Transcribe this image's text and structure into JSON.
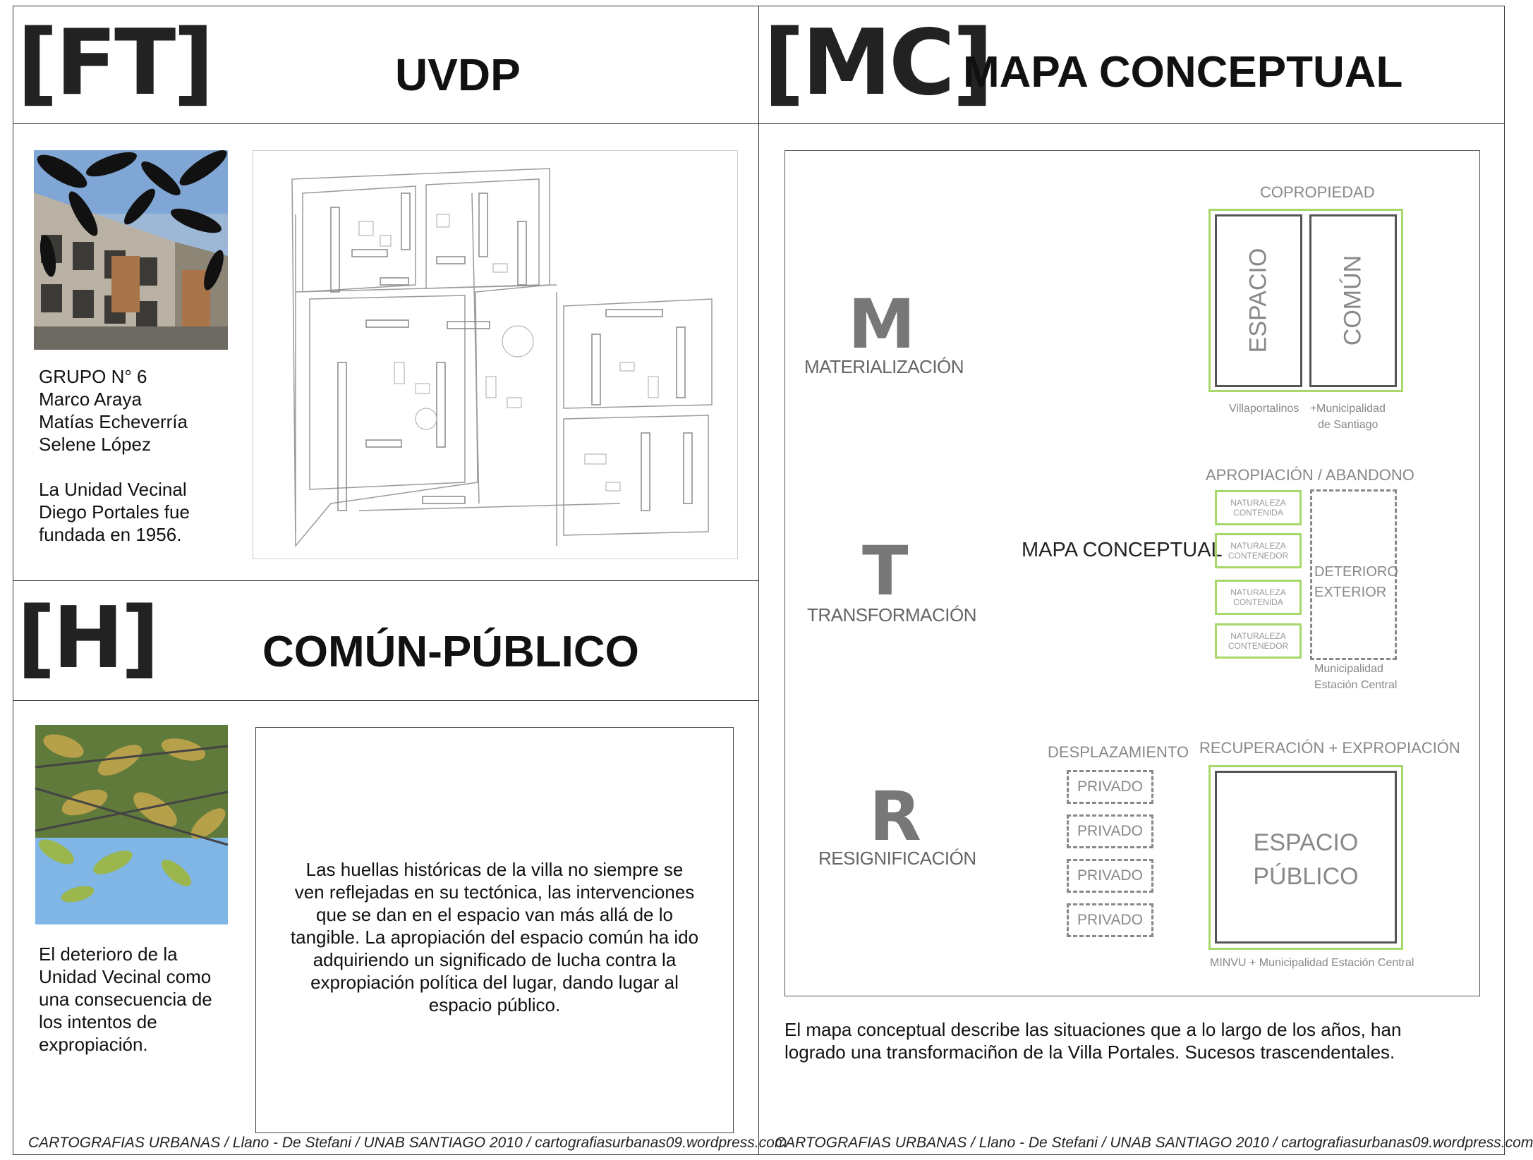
{
  "left": {
    "ft": {
      "bracket": "[FT]",
      "title": "UVDP",
      "info": "GRUPO N° 6\nMarco Araya\nMatías Echeverría\nSelene López\n\nLa Unidad Vecinal\nDiego Portales fue\nfundada en 1956."
    },
    "h": {
      "bracket": "[H]",
      "title": "COMÚN-PÚBLICO",
      "caption": "El deterioro de la\nUnidad Vecinal como\nuna consecuencia de\nlos intentos de\nexpropiación.",
      "paragraph": "Las huellas históricas de la villa no siempre se\nven reflejadas en su tectónica, las intervenciones\nque se dan en el espacio van más allá de lo\ntangible. La apropiación del espacio común ha ido\nadquiriendo un significado de lucha contra la\nexpropiación política del lugar, dando lugar al\nespacio público."
    },
    "footer": "CARTOGRAFIAS URBANAS / Llano - De Stefani / UNAB SANTIAGO 2010 / cartografiasurbanas09.wordpress.com"
  },
  "right": {
    "bracket": "[MC]",
    "title": "MAPA CONCEPTUAL",
    "overlay_label": "MAPA CONCEPTUAL",
    "rows": [
      {
        "letter": "M",
        "label": "MATERIALIZACIÓN"
      },
      {
        "letter": "T",
        "label": "TRANSFORMACIÓN"
      },
      {
        "letter": "R",
        "label": "RESIGNIFICACIÓN"
      }
    ],
    "copropiedad": {
      "heading": "COPROPIEDAD",
      "left_word": "ESPACIO",
      "right_word": "COMÚN",
      "actor_left": "Villaportalinos",
      "plus": "+",
      "actor_right_1": "Municipalidad",
      "actor_right_2": "de Santiago"
    },
    "apropiacion": {
      "heading": "APROPIACIÓN / ABANDONO",
      "boxes": [
        {
          "l1": "NATURALEZA",
          "l2": "CONTENIDA"
        },
        {
          "l1": "NATURALEZA",
          "l2": "CONTENEDOR"
        },
        {
          "l1": "NATURALEZA",
          "l2": "CONTENIDA"
        },
        {
          "l1": "NATURALEZA",
          "l2": "CONTENEDOR"
        }
      ],
      "deterioro_1": "DETERIORO",
      "deterioro_2": "EXTERIOR",
      "actor_1": "Municipalidad",
      "actor_2": "Estación Central"
    },
    "desplazamiento": {
      "heading": "DESPLAZAMIENTO",
      "boxes": [
        "PRIVADO",
        "PRIVADO",
        "PRIVADO",
        "PRIVADO"
      ]
    },
    "recuperacion": {
      "heading": "RECUPERACIÓN + EXPROPIACIÓN",
      "box_1": "ESPACIO",
      "box_2": "PÚBLICO",
      "actors": "MINVU + Municipalidad Estación Central"
    },
    "description": "El mapa conceptual describe las situaciones que a lo largo de los años, han\nlogrado una transformaciñon de la Villa Portales. Sucesos trascendentales.",
    "footer": "CARTOGRAFIAS URBANAS / Llano - De Stefani / UNAB SANTIAGO 2010 / cartografiasurbanas09.wordpress.com"
  },
  "colors": {
    "accent_green": "#a6d86a",
    "label_gray": "#888888",
    "frame": "#333333"
  }
}
